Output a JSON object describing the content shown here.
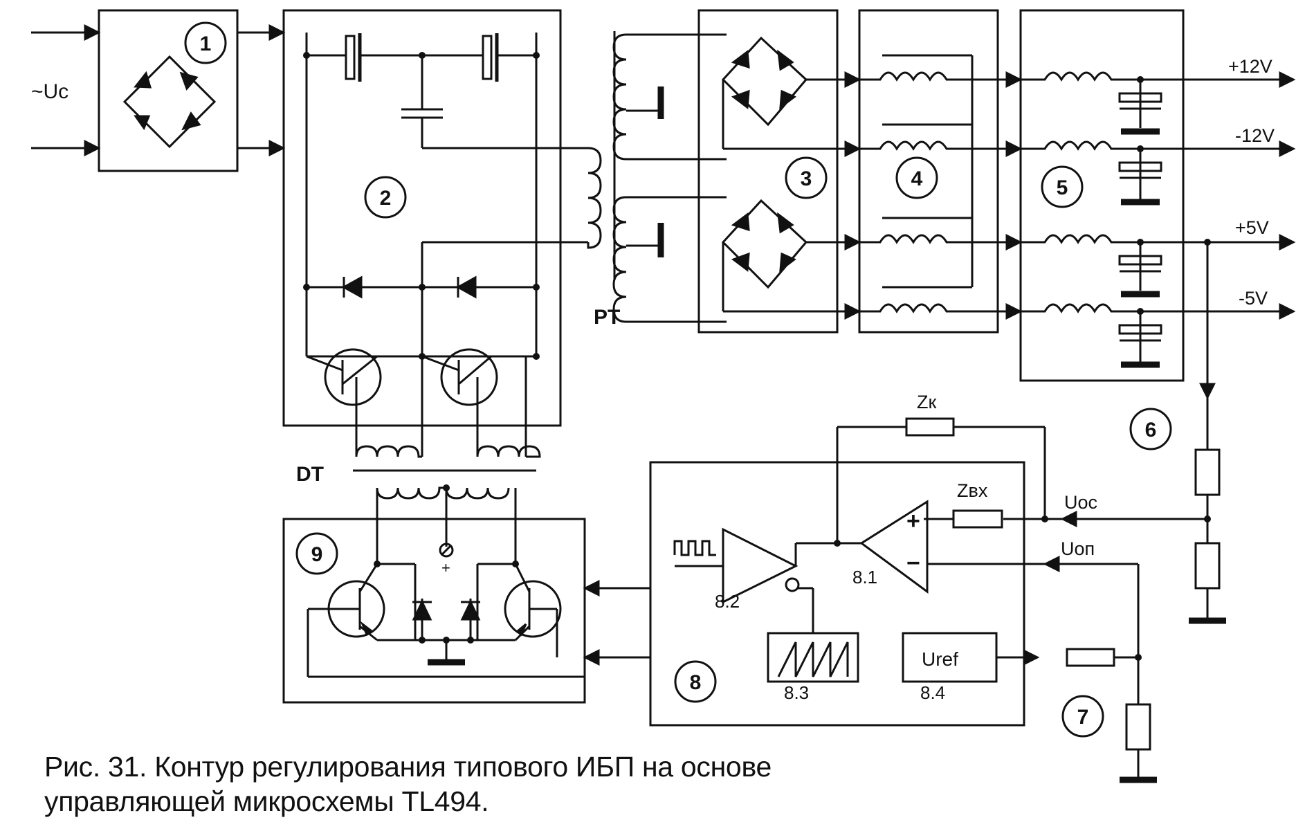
{
  "diagram": {
    "input_label": "~Uc",
    "block_numbers": [
      "1",
      "2",
      "3",
      "4",
      "5",
      "6",
      "7",
      "8",
      "9"
    ],
    "pt_label": "PT",
    "dt_label": "DT",
    "outputs": [
      "+12V",
      "-12V",
      "+5V",
      "-5V"
    ],
    "zk_label": "Zк",
    "zvx_label": "Zвх",
    "uoc_label": "Uос",
    "uop_label": "Uоп",
    "uref_label": "Uref",
    "opamp_plus": "+",
    "opamp_minus": "−",
    "dt_center_plus": "+",
    "subblock_labels": [
      "8.1",
      "8.2",
      "8.3",
      "8.4"
    ]
  },
  "caption": {
    "line1": "Рис. 31. Контур регулирования типового ИБП на основе",
    "line2": "управляющей микросхемы TL494."
  }
}
